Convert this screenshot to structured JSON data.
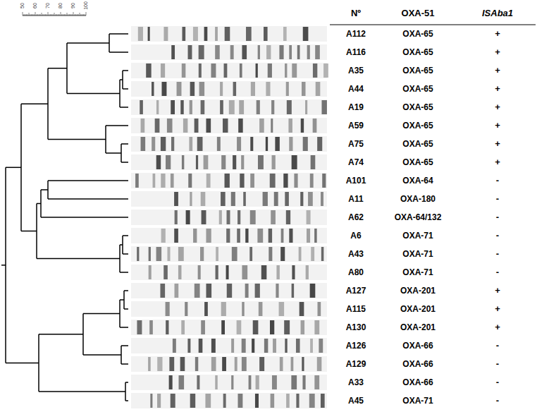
{
  "diagram": {
    "labels": [
      "50",
      "60",
      "70",
      "80",
      "90",
      "100",
      "Nº",
      "OXA-51",
      "ISAba1",
      "A112",
      "OXA-65",
      "+",
      "A116",
      "OXA-65",
      "+",
      "A35",
      "OXA-65",
      "+",
      "A44",
      "OXA-65",
      "+",
      "A19",
      "OXA-65",
      "+",
      "A59",
      "OXA-65",
      "+",
      "A75",
      "OXA-65",
      "+",
      "A74",
      "OXA-65",
      "+",
      "A101",
      "OXA-64",
      "-",
      "A11",
      "OXA-180",
      "-",
      "A62",
      "OXA-64/132",
      "-",
      "A6",
      "OXA-71",
      "-",
      "A43",
      "OXA-71",
      "-",
      "A80",
      "OXA-71",
      "-",
      "A127",
      "OXA-201",
      "+",
      "A115",
      "OXA-201",
      "+",
      "A130",
      "OXA-201",
      "+",
      "A126",
      "OXA-66",
      "-",
      "A129",
      "OXA-66",
      "-",
      "A33",
      "OXA-66",
      "-",
      "A45",
      "OXA-71",
      "-"
    ]
  }
}
